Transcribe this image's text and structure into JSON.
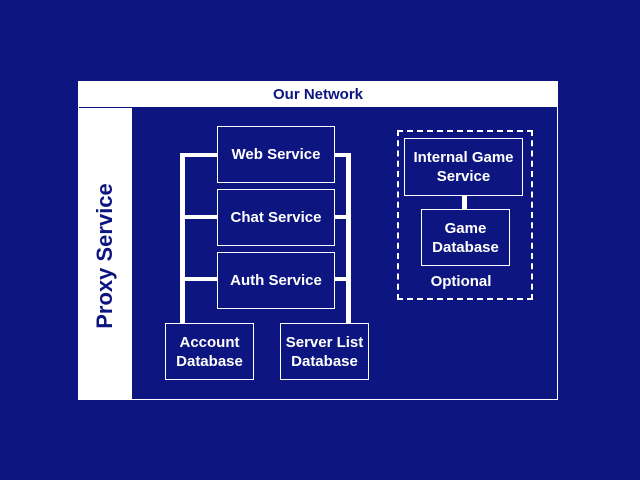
{
  "diagram": {
    "title": "Our Network",
    "proxy_label": "Proxy Service",
    "services": {
      "web": "Web Service",
      "chat": "Chat Service",
      "auth": "Auth Service"
    },
    "databases": {
      "account": "Account Database",
      "server_list": "Server List Database"
    },
    "optional_group": {
      "internal_game_service": "Internal Game Service",
      "game_database": "Game Database",
      "label": "Optional"
    },
    "colors": {
      "background": "#0c1580",
      "foreground": "#ffffff"
    }
  }
}
